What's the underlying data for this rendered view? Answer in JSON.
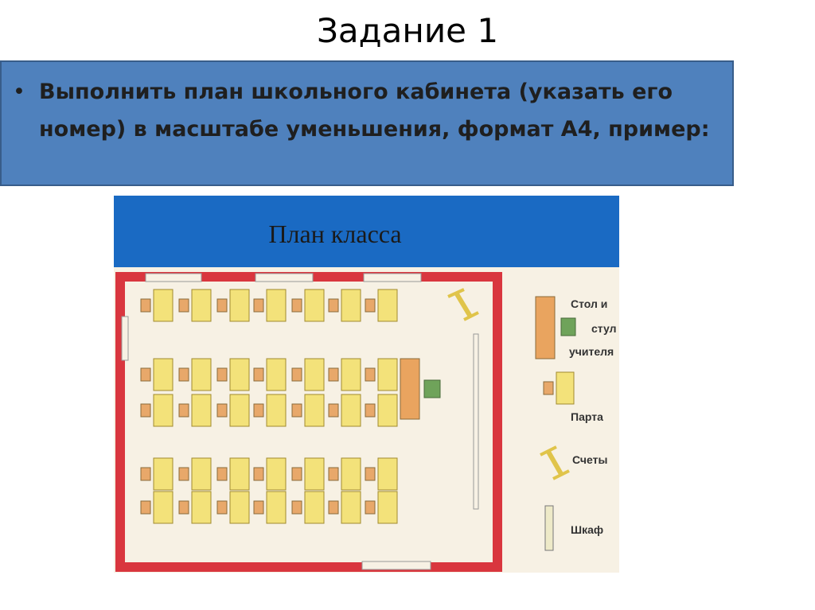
{
  "slide": {
    "title": "Задание 1",
    "bullet": "•",
    "task_text": "Выполнить план школьного кабинета (указать его номер) в масштабе уменьшения, формат А4, пример:"
  },
  "figure": {
    "title": "План класса",
    "legend": {
      "teacher_table_line1": "Стол и",
      "teacher_table_line2": "стул",
      "teacher_table_line3": "учителя",
      "desk": "Парта",
      "abacus": "Счеты",
      "cabinet": "Шкаф"
    },
    "colors": {
      "header_blue": "#1a6ac3",
      "wall_red": "#d9363e",
      "desk_yellow": "#f3e27a",
      "chair_orange": "#e8a86a",
      "teacher_table": "#e9a45f",
      "teacher_chair": "#6fa35a",
      "floor": "#f7f1e4"
    }
  }
}
